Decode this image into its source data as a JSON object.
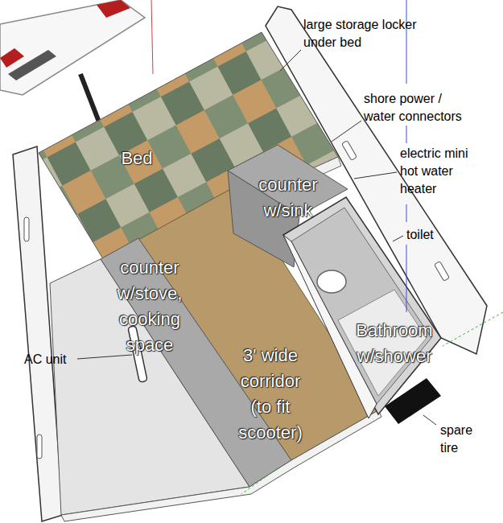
{
  "diagram": {
    "nodes": [
      {
        "text": [
          "Bed"
        ]
      },
      {
        "text": [
          "counter w/sink"
        ]
      },
      {
        "text": [
          "counter w/stove, cooking space"
        ]
      },
      {
        "text": [
          "3' wide corridor (to fit scooter)"
        ]
      },
      {
        "text": [
          "Bathroom w/shower"
        ]
      }
    ],
    "labels": [
      "large storage locker under bed",
      "shore power / water connectors",
      "electric mini hot water heater",
      "toilet",
      "AC unit",
      "spare tire"
    ]
  }
}
